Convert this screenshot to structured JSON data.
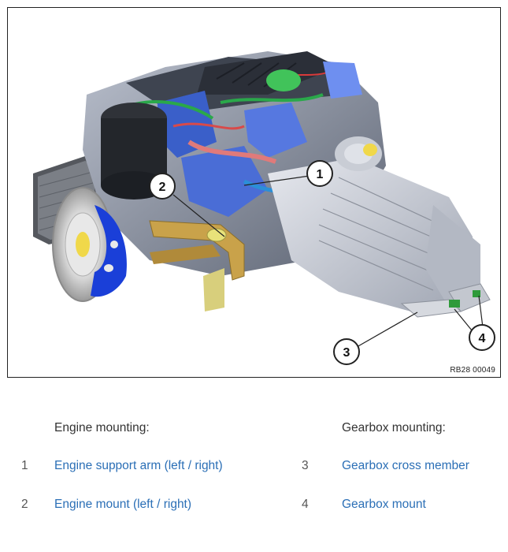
{
  "figure": {
    "code": "RB28 00049",
    "callouts": [
      "1",
      "2",
      "3",
      "4"
    ]
  },
  "legend": {
    "left": {
      "heading": "Engine mounting:",
      "items": [
        {
          "num": "1",
          "label": "Engine support arm (left / right)"
        },
        {
          "num": "2",
          "label": "Engine mount (left / right)"
        }
      ]
    },
    "right": {
      "heading": "Gearbox mounting:",
      "items": [
        {
          "num": "3",
          "label": "Gearbox cross member"
        },
        {
          "num": "4",
          "label": "Gearbox mount"
        }
      ]
    }
  },
  "colors": {
    "link": "#2b6fb6",
    "engine_block": "#3a5fc9",
    "gearbox": "#c8ccd4",
    "brake_caliper": "#1a3fd8",
    "support_arm": "#c9a24a",
    "mount_bracket": "#e8e27a"
  }
}
